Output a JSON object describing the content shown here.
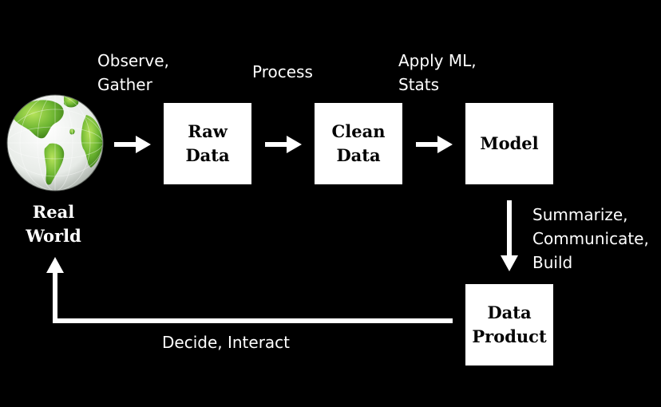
{
  "nodes": {
    "real_world": "Real\nWorld",
    "raw_data": "Raw\nData",
    "clean_data": "Clean\nData",
    "model": "Model",
    "data_product": "Data\nProduct"
  },
  "edges": {
    "observe": "Observe,\nGather",
    "process": "Process",
    "apply_ml": "Apply ML,\nStats",
    "summarize": "Summarize,\nCommunicate,\nBuild",
    "decide": "Decide, Interact"
  },
  "colors": {
    "background": "#000000",
    "box": "#ffffff",
    "arrow": "#ffffff",
    "globe_land": "#7cc142",
    "globe_ocean": "#f4f6f4"
  },
  "icons": {
    "globe": "globe-icon"
  }
}
